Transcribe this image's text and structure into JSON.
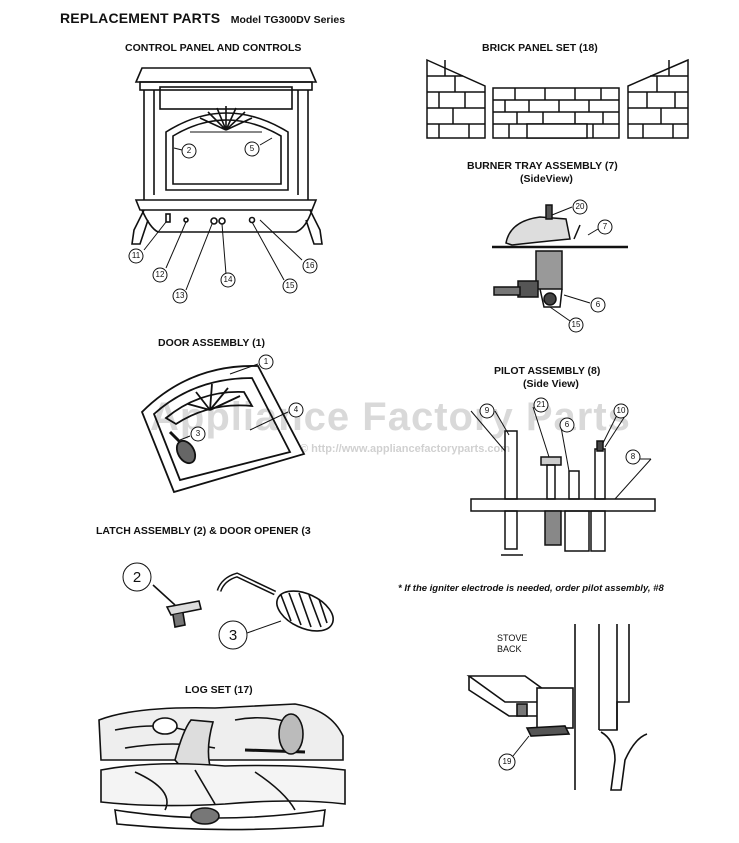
{
  "header": {
    "title": "REPLACEMENT PARTS",
    "model": "Model TG300DV Series"
  },
  "sections": {
    "control_panel": "CONTROL PANEL AND CONTROLS",
    "brick_panel": "BRICK PANEL SET (18)",
    "burner_tray": "BURNER TRAY ASSEMBLY (7)",
    "burner_tray_view": "(SideView)",
    "door_assembly": "DOOR ASSEMBLY (1)",
    "pilot_assembly": "PILOT ASSEMBLY (8)",
    "pilot_view": "(Side View)",
    "latch_assembly": "LATCH ASSEMBLY (2) & DOOR OPENER (3",
    "log_set": "LOG SET (17)"
  },
  "note": "* If the igniter electrode is needed, order pilot assembly, #8",
  "stove_back_label": "STOVE\nBACK",
  "watermark": {
    "text": "Appliance Factory Parts",
    "url": "© http://www.appliancefactoryparts.com"
  },
  "callouts": {
    "control_panel": [
      "2",
      "5",
      "11",
      "12",
      "13",
      "14",
      "15",
      "16"
    ],
    "burner_tray": [
      "20",
      "7",
      "6",
      "15"
    ],
    "door": [
      "1",
      "4",
      "3"
    ],
    "pilot": [
      "9",
      "21",
      "6",
      "10",
      "8"
    ],
    "latch": [
      "2",
      "3"
    ],
    "stove_back": [
      "19"
    ]
  }
}
